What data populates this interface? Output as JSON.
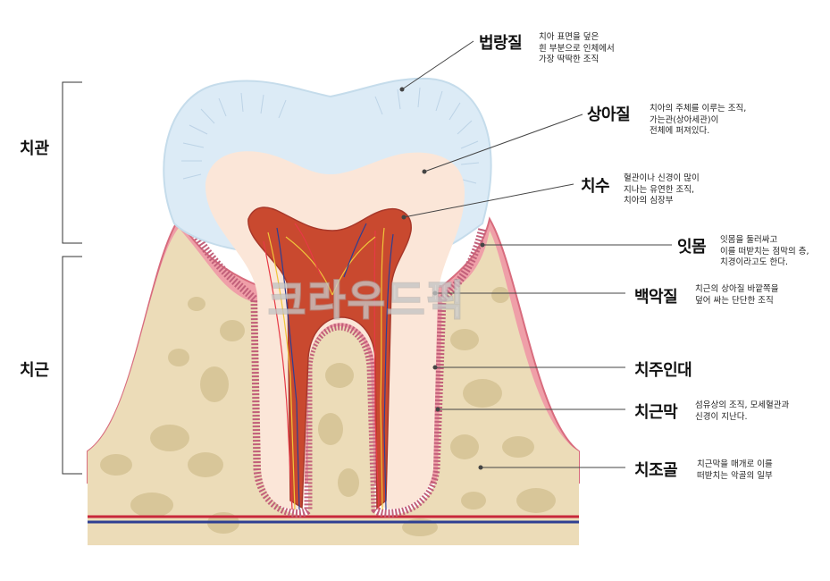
{
  "side_labels": {
    "crown": "치관",
    "root": "치근"
  },
  "parts": [
    {
      "id": "enamel",
      "term": "법랑질",
      "desc": "치아 표면을 덮은\n흰 부분으로 인체에서\n가장 딱딱한 조직"
    },
    {
      "id": "dentin",
      "term": "상아질",
      "desc": "치아의 주체를 이루는 조직,\n가는관(상아세관)이\n전체에 퍼져있다."
    },
    {
      "id": "pulp",
      "term": "치수",
      "desc": "혈관이나 신경이 많이\n지나는 유연한 조직,\n치아의 심장부"
    },
    {
      "id": "gum",
      "term": "잇몸",
      "desc": "잇몸을 둘러싸고\n이를 떠받치는 점막의 층,\n치경이라고도 한다."
    },
    {
      "id": "cementum",
      "term": "백악질",
      "desc": "치근의 상아질 바깥쪽을\n덮어 싸는 단단한 조직"
    },
    {
      "id": "ligament",
      "term": "치주인대",
      "desc": ""
    },
    {
      "id": "periodontal-membrane",
      "term": "치근막",
      "desc": "섬유상의 조직, 모세혈관과\n신경이 지난다."
    },
    {
      "id": "alveolar-bone",
      "term": "치조골",
      "desc": "치근막을 매개로 이를\n떠받치는 악골의 일부"
    }
  ],
  "watermark": "크라우드픽",
  "colors": {
    "enamel": "#dcebf6",
    "dentin": "#fbe6d8",
    "pulp": "#c9492f",
    "gum": "#ef9fa8",
    "bone": "#ecdcb8",
    "artery": "#c8283a",
    "vein": "#2e3f92"
  }
}
